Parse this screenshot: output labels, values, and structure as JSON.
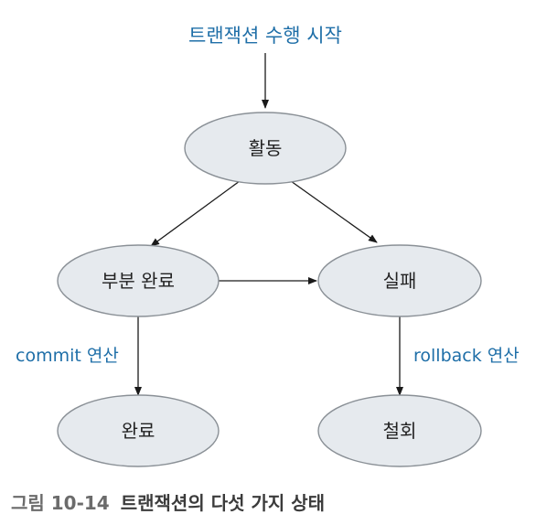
{
  "start_label": "트랜잭션 수행 시작",
  "nodes": {
    "active": "활동",
    "partially_committed": "부분 완료",
    "failed": "실패",
    "committed": "완료",
    "aborted": "철회"
  },
  "edge_labels": {
    "commit": "commit 연산",
    "rollback": "rollback 연산"
  },
  "caption": {
    "figure": "그림 10-14",
    "title": "트랜잭션의 다섯 가지 상태"
  },
  "colors": {
    "label_blue": "#1f6fa8",
    "node_fill": "#e6eaee",
    "node_stroke": "#8a9096"
  }
}
